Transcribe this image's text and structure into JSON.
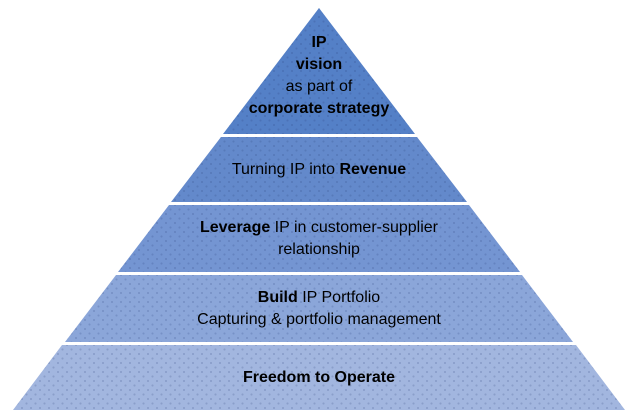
{
  "diagram": {
    "type": "pyramid",
    "levels": [
      {
        "name": "ip-vision-corporate-strategy",
        "fill": "#5480C7",
        "lines": [
          [
            {
              "text": "IP",
              "bold": true
            }
          ],
          [
            {
              "text": "vision",
              "bold": true
            }
          ],
          [
            {
              "text": "as part of",
              "bold": false
            }
          ],
          [
            {
              "text": "corporate strategy",
              "bold": true
            }
          ]
        ]
      },
      {
        "name": "turning-ip-into-revenue",
        "fill": "#6389CB",
        "lines": [
          [
            {
              "text": "Turning IP into ",
              "bold": false
            },
            {
              "text": "Revenue",
              "bold": true
            }
          ]
        ]
      },
      {
        "name": "leverage-ip-customer-supplier",
        "fill": "#7495D2",
        "lines": [
          [
            {
              "text": "Leverage",
              "bold": true
            },
            {
              "text": " IP in customer-supplier",
              "bold": false
            }
          ],
          [
            {
              "text": "relationship",
              "bold": false
            }
          ]
        ]
      },
      {
        "name": "build-ip-portfolio",
        "fill": "#8BA6D9",
        "lines": [
          [
            {
              "text": "Build",
              "bold": true
            },
            {
              "text": " IP Portfolio",
              "bold": false
            }
          ],
          [
            {
              "text": "Capturing & portfolio management",
              "bold": false
            }
          ]
        ]
      },
      {
        "name": "freedom-to-operate",
        "fill": "#A2B6DF",
        "lines": [
          [
            {
              "text": "Freedom to Operate",
              "bold": true
            }
          ]
        ]
      }
    ]
  }
}
